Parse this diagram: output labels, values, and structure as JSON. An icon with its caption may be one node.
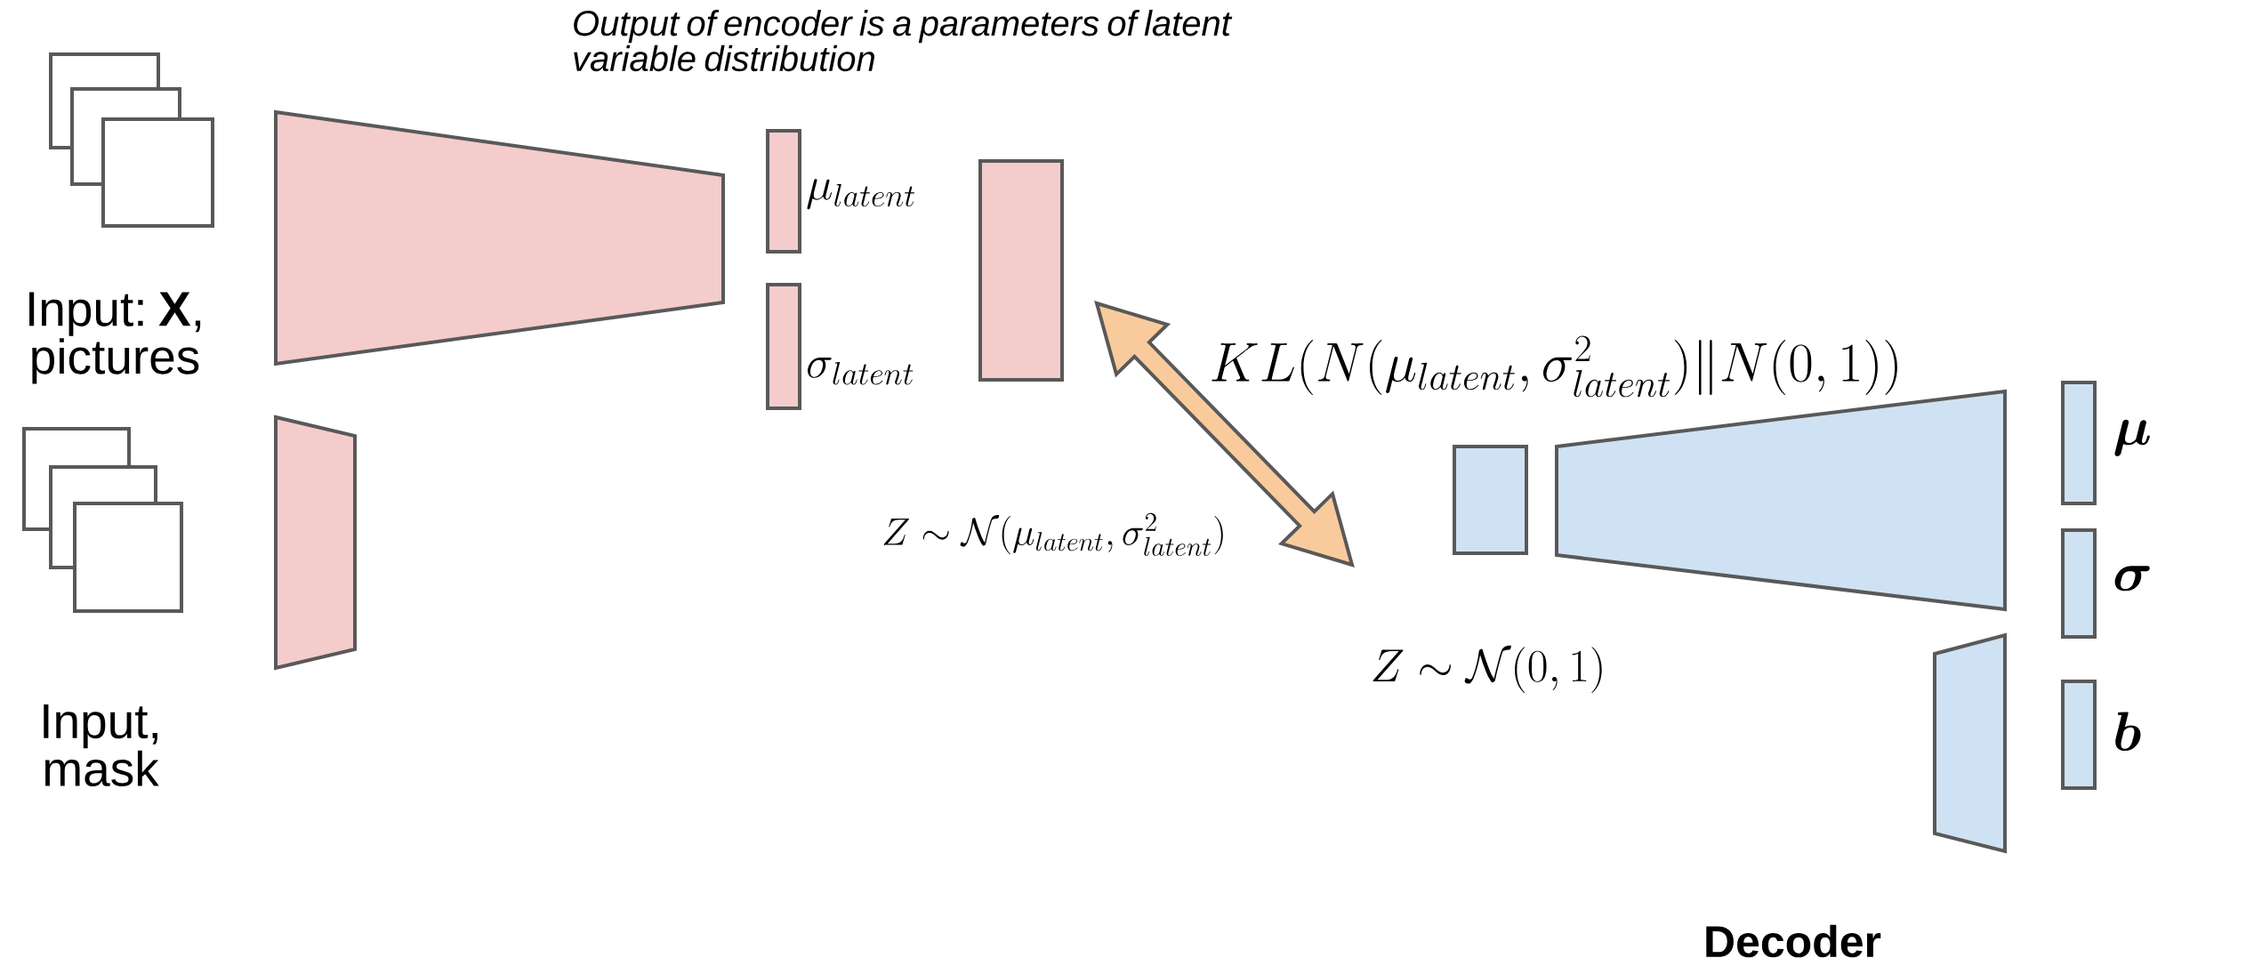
{
  "diagram": {
    "nodes": [
      {
        "text": [],
        "shape": "box",
        "beside": [
          "Input: **X**, pictures"
        ]
      },
      {
        "text": [],
        "shape": "box",
        "beside": [
          "Input, mask"
        ]
      },
      {
        "text": [],
        "shape": "trapezoid"
      },
      {
        "text": [],
        "shape": "trapezoid"
      },
      {
        "text": [],
        "shape": "box",
        "beside": [
          "\\mu_{latent}"
        ]
      },
      {
        "text": [],
        "shape": "box",
        "beside": [
          "\\sigma_{latent}"
        ]
      },
      {
        "text": [],
        "shape": "box"
      },
      {
        "text": [],
        "shape": "box"
      },
      {
        "text": [],
        "shape": "trapezoid"
      },
      {
        "text": [],
        "shape": "trapezoid"
      },
      {
        "text": [],
        "shape": "box",
        "beside": [
          "\\boldsymbol{\\mu}"
        ]
      },
      {
        "text": [],
        "shape": "box",
        "beside": [
          "\\boldsymbol{\\sigma}"
        ]
      },
      {
        "text": [],
        "shape": "box",
        "beside": [
          "\\boldsymbol{b}"
        ]
      }
    ],
    "edges": [
      {
        "from": 6,
        "to": 7,
        "arrow": "both"
      }
    ],
    "labels": [
      "Output of encoder is a parameters of latent variable distribution",
      "KL(N(\\mu_{latent},\\sigma^2_{latent})\\|N(0,1))",
      "Z \\sim \\mathcal{N}(\\mu_{latent},\\sigma^2_{latent})",
      "Z \\sim \\mathcal{N}(0,1)",
      "Decoder"
    ]
  }
}
